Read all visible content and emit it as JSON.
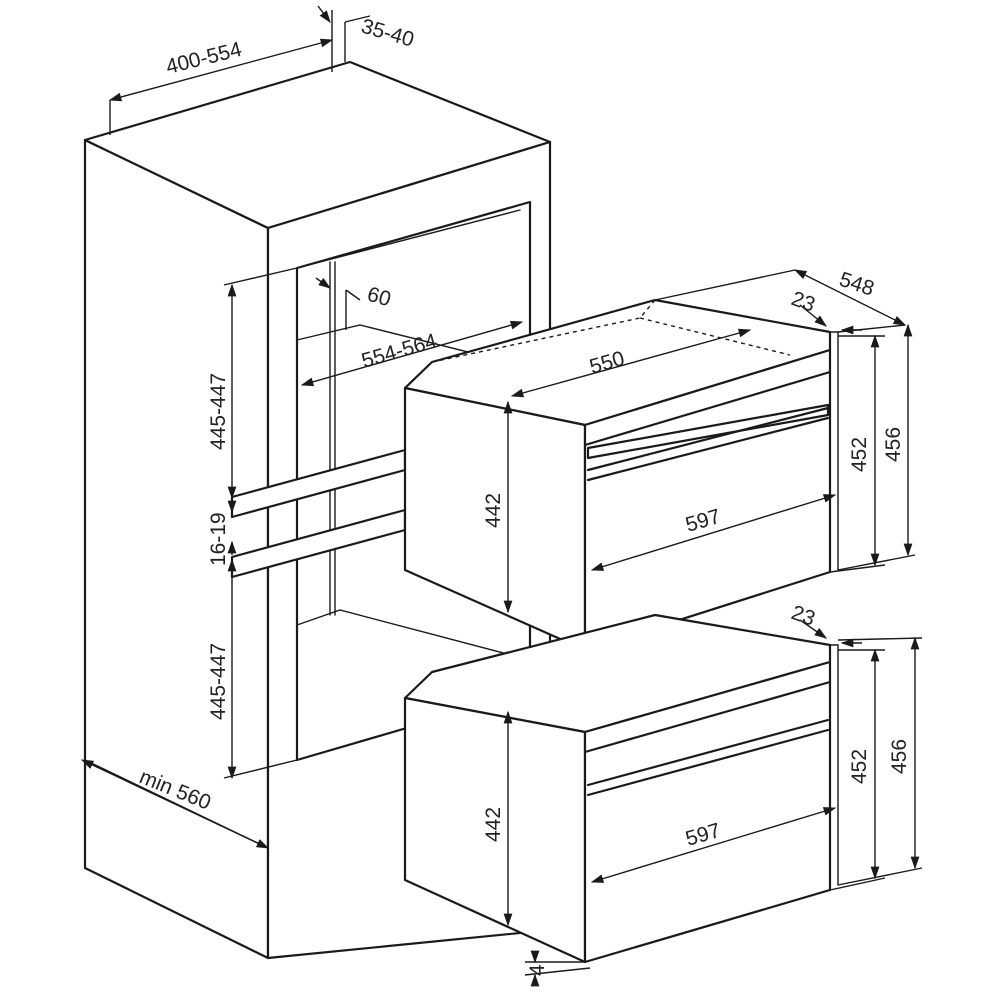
{
  "dimensions": {
    "cab_depth": "400-554",
    "cab_gap_top": "35-40",
    "niche_offset": "60",
    "niche_width": "554-564",
    "upper_niche_height": "445-447",
    "shelf_gap": "16-19",
    "lower_niche_height": "445-447",
    "cab_min_width": "min 560",
    "upper_depth_total": "548",
    "upper_panel_depth": "23",
    "upper_body_depth": "550",
    "upper_front_height": "452",
    "upper_overall_height": "456",
    "upper_body_height": "442",
    "upper_front_width": "597",
    "lower_panel_depth": "23",
    "lower_front_height": "452",
    "lower_overall_height": "456",
    "lower_body_height": "442",
    "lower_front_width": "597",
    "bottom_gap": "4"
  }
}
